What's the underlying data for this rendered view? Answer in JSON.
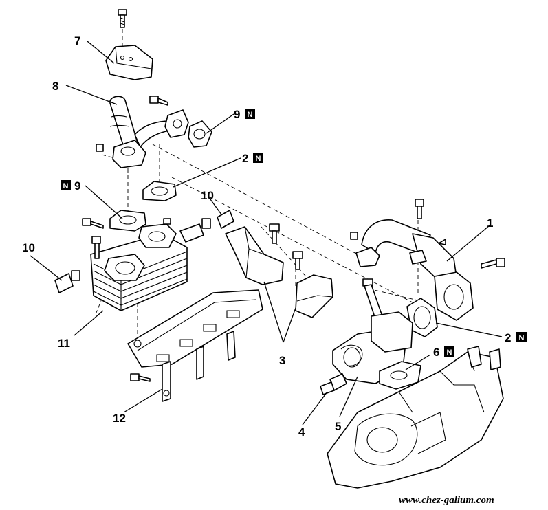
{
  "callouts": [
    {
      "id": "c1",
      "num": "1",
      "new_mark": ""
    },
    {
      "id": "c2a",
      "num": "2",
      "new_mark": "N"
    },
    {
      "id": "c2b",
      "num": "2",
      "new_mark": "N"
    },
    {
      "id": "c3",
      "num": "3",
      "new_mark": ""
    },
    {
      "id": "c4",
      "num": "4",
      "new_mark": ""
    },
    {
      "id": "c5",
      "num": "5",
      "new_mark": ""
    },
    {
      "id": "c6",
      "num": "6",
      "new_mark": "N"
    },
    {
      "id": "c7",
      "num": "7",
      "new_mark": ""
    },
    {
      "id": "c8",
      "num": "8",
      "new_mark": ""
    },
    {
      "id": "c9a",
      "num": "9",
      "new_mark": "N"
    },
    {
      "id": "c9b",
      "num": "9",
      "new_mark": "N"
    },
    {
      "id": "c10a",
      "num": "10",
      "new_mark": ""
    },
    {
      "id": "c10b",
      "num": "10",
      "new_mark": ""
    },
    {
      "id": "c11",
      "num": "11",
      "new_mark": ""
    },
    {
      "id": "c12",
      "num": "12",
      "new_mark": ""
    }
  ],
  "watermark": "www.chez-galium.com"
}
